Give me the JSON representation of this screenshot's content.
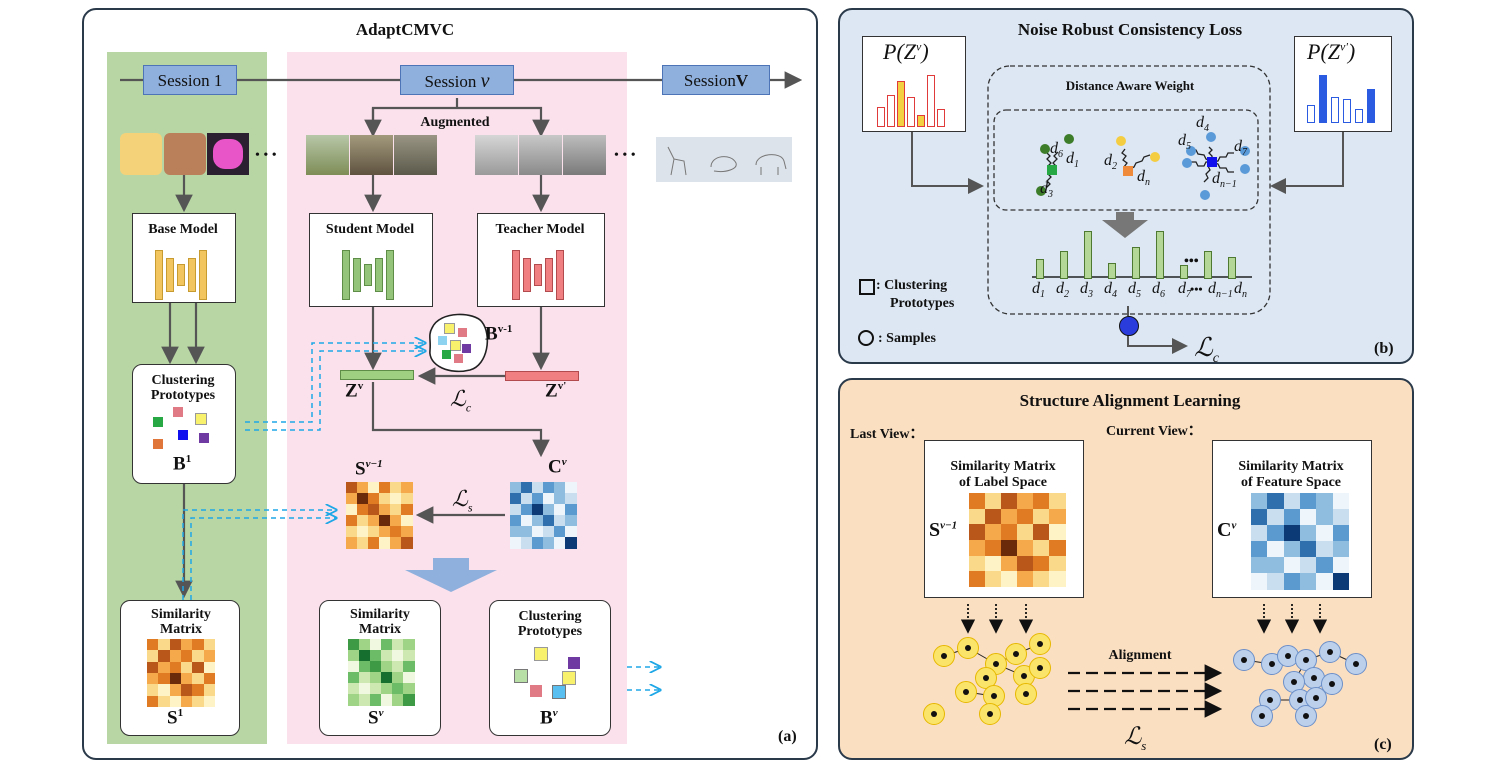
{
  "panel_a": {
    "title": "AdaptCMVC",
    "tag": "(a)",
    "sessions": {
      "s1": "Session 1",
      "sv_word": "Session",
      "sv_var": "v",
      "sV_word": "Session",
      "sV_var": "V"
    },
    "augmented": "Augmented",
    "ellipsis": "• • •",
    "base_model": "Base Model",
    "student_model": "Student Model",
    "teacher_model": "Teacher Model",
    "clustering_prototypes": "Clustering Prototypes",
    "similarity_matrix": "Similarity Matrix",
    "symbols": {
      "B1": "B",
      "B1_sup": "1",
      "Bv1": "B",
      "Bv1_sup": "v-1",
      "Zv": "Z",
      "Zv_sup": "v",
      "Zv2": "Z",
      "Zv2_sup": "v'",
      "Lc": "ℒ",
      "Lc_sub": "c",
      "Ls": "ℒ",
      "Ls_sub": "s",
      "Sv1": "S",
      "Sv1_sup": "v−1",
      "Cv": "C",
      "Cv_sup": "v",
      "S1": "S",
      "S1_sup": "1",
      "Sv": "S",
      "Sv_sup": "v",
      "Bv": "B",
      "Bv_sup": "v"
    }
  },
  "panel_b": {
    "title": "Noise Robust Consistency Loss",
    "tag": "(b)",
    "daw": "Distance Aware Weight",
    "pz_left": "P(Z",
    "pz_left_sup": "v",
    "pz_close": ")",
    "pz_right": "P(Z",
    "pz_right_sup": "v'",
    "legend_proto_1": ": Clustering",
    "legend_proto_2": "Prototypes",
    "legend_samples": ":  Samples",
    "dots": "•••",
    "d_labels": [
      "d1",
      "d2",
      "d3",
      "d4",
      "d5",
      "d6",
      "d7",
      "dn-1",
      "dn"
    ],
    "loss": "ℒ",
    "loss_sub": "c"
  },
  "panel_c": {
    "title": "Structure Alignment Learning",
    "tag": "(c)",
    "last_view": "Last View：",
    "current_view": "Current View：",
    "label_space_1": "Similarity Matrix",
    "label_space_2": "of  Label Space",
    "feature_space_1": "Similarity Matrix",
    "feature_space_2": "of  Feature Space",
    "S": "S",
    "S_sup": "v−1",
    "C": "C",
    "C_sup": "v",
    "alignment": "Alignment",
    "loss": "ℒ",
    "loss_sub": "s"
  },
  "colors": {
    "green_band": "#b8d6a4",
    "pink_band": "#fbe1ec",
    "panel_b_bg": "#dce7f3",
    "panel_c_bg": "#fbdfc1",
    "session_fill": "#8fb0dd",
    "cyan_arrow": "#1ea7e6"
  }
}
